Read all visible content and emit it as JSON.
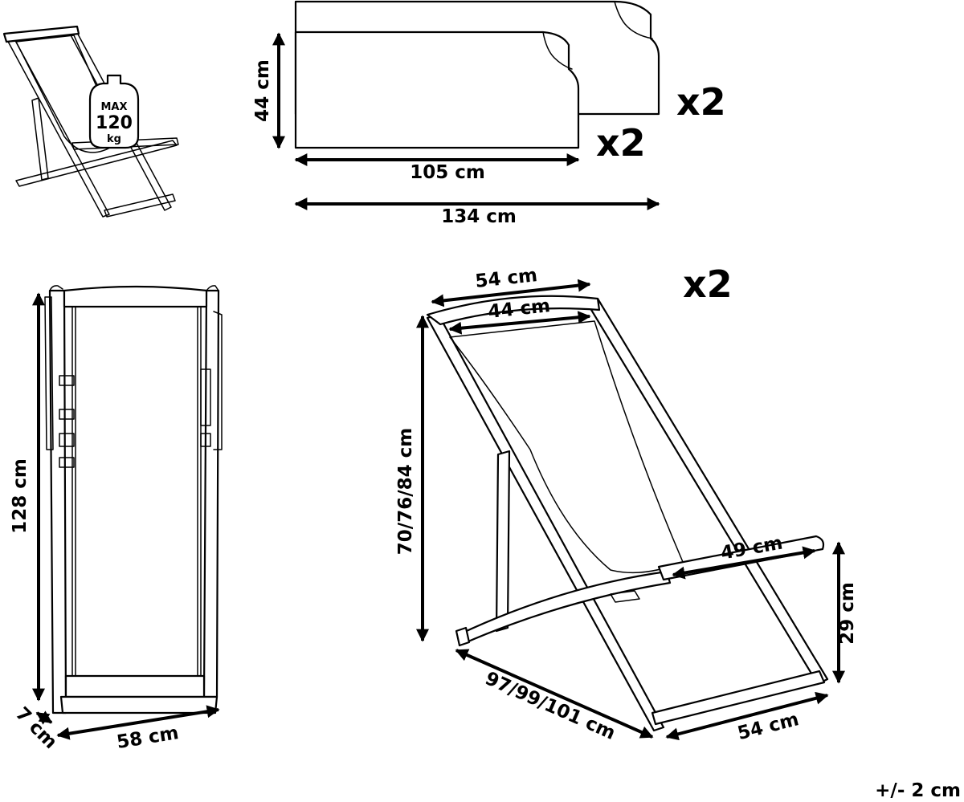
{
  "weight_badge": {
    "line1": "MAX",
    "line2": "120",
    "line3": "kg"
  },
  "cushions": {
    "height": "44 cm",
    "length_front": "105 cm",
    "length_back": "134 cm",
    "qty_back": "x2",
    "qty_front": "x2"
  },
  "folded_chair": {
    "height": "128 cm",
    "width": "58 cm",
    "depth": "7 cm"
  },
  "open_chair": {
    "qty": "x2",
    "top_outer_width": "54 cm",
    "top_inner_width": "44 cm",
    "height": "70/76/84 cm",
    "seat_depth": "49 cm",
    "seat_height": "29 cm",
    "base_length": "97/99/101 cm",
    "base_width": "54 cm"
  },
  "tolerance": "+/- 2 cm"
}
